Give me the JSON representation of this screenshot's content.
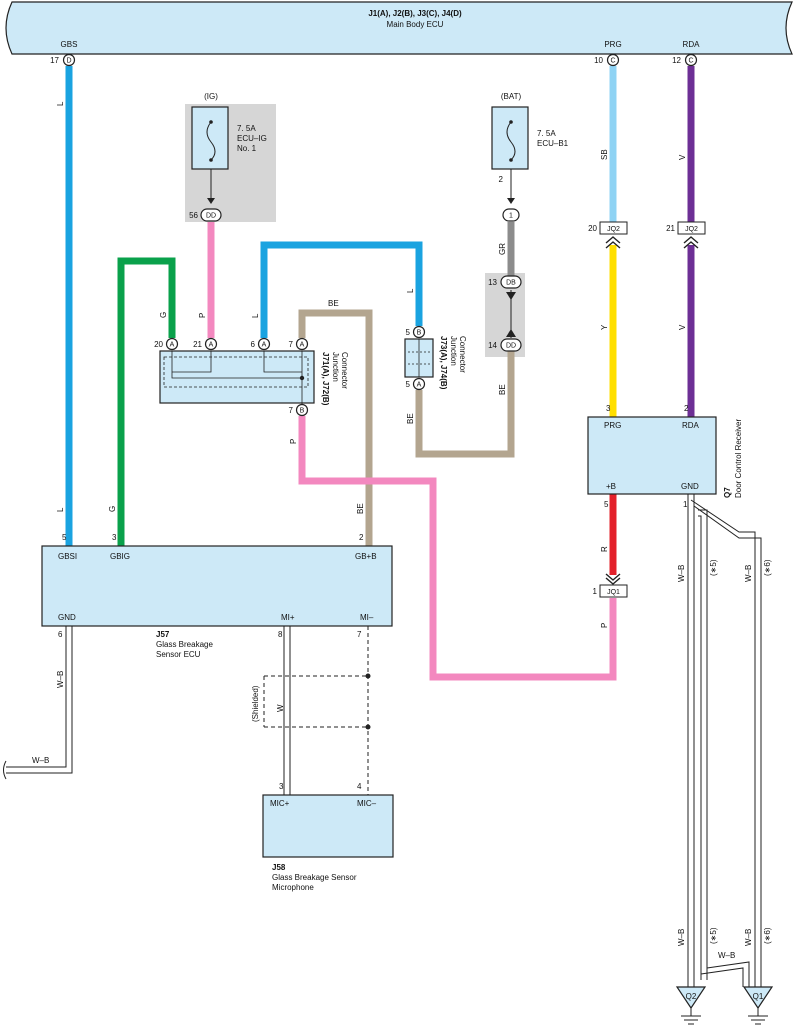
{
  "main_ecu": {
    "code": "J1(A), J2(B), J3(C), J4(D)",
    "name": "Main Body ECU"
  },
  "top_labels": {
    "gbs": "GBS",
    "prg": "PRG",
    "rda": "RDA"
  },
  "top_pins": {
    "gbs": {
      "num": "17",
      "conn": "D"
    },
    "prg": {
      "num": "10",
      "conn": "C"
    },
    "rda": {
      "num": "12",
      "conn": "C"
    }
  },
  "fuse_ig": {
    "supply": "(IG)",
    "rating": "7. 5A",
    "name": "ECU–IG",
    "name2": "No. 1",
    "pin_num": "56",
    "pin_conn": "DD"
  },
  "fuse_bat": {
    "supply": "(BAT)",
    "rating": "7. 5A",
    "name": "ECU–B1",
    "pin_num": "2",
    "conn1": "1"
  },
  "wire_colors": {
    "l": "L",
    "g": "G",
    "p": "P",
    "be": "BE",
    "gr": "GR",
    "sb": "SB",
    "v": "V",
    "y": "Y",
    "r": "R",
    "wb": "W–B",
    "w": "W",
    "shield_num": "(∗5)",
    "shield_num2": "(∗6)"
  },
  "junction1": {
    "code": "J71(A), J72(B)",
    "name": "Junction",
    "name2": "Connector",
    "pins": [
      {
        "num": "20",
        "conn": "A"
      },
      {
        "num": "21",
        "conn": "A"
      },
      {
        "num": "6",
        "conn": "A"
      },
      {
        "num": "7",
        "conn": "A"
      },
      {
        "num": "7",
        "conn": "B"
      }
    ]
  },
  "junction2": {
    "code": "J73(A), J74(B)",
    "name": "Junction",
    "name2": "Connector",
    "pins": [
      {
        "num": "5",
        "conn": "B"
      },
      {
        "num": "5",
        "conn": "A"
      }
    ]
  },
  "junction_db": {
    "n13": "13",
    "c13": "DB",
    "n14": "14",
    "c14": "DD"
  },
  "jq": {
    "jq2a_num": "20",
    "jq2a": "JQ2",
    "jq2b_num": "21",
    "jq2b": "JQ2",
    "jq1_num": "1",
    "jq1": "JQ1"
  },
  "door_receiver": {
    "code": "Q7",
    "name": "Door Control Receiver",
    "pins": {
      "prg": "PRG",
      "rda": "RDA",
      "b": "+B",
      "gnd": "GND"
    },
    "nums": {
      "prg": "3",
      "rda": "2",
      "b": "5",
      "gnd": "1"
    }
  },
  "glass_ecu": {
    "code": "J57",
    "name": "Glass Breakage",
    "name2": "Sensor ECU",
    "pins": {
      "gbsi": "GBSI",
      "gbig": "GBIG",
      "gbb": "GB+B",
      "gnd": "GND",
      "mip": "MI+",
      "mim": "MI–"
    },
    "nums": {
      "gbsi": "5",
      "gbig": "3",
      "gbb": "2",
      "gnd": "6",
      "mip": "8",
      "mim": "7"
    }
  },
  "microphone": {
    "code": "J58",
    "name": "Glass Breakage Sensor",
    "name2": "Microphone",
    "pins": {
      "mp": "MIC+",
      "mm": "MIC–"
    },
    "nums": {
      "mp": "3",
      "mm": "4"
    },
    "shielded": "(Shielded)"
  },
  "grounds": {
    "q2": "Q2",
    "q1": "Q1"
  },
  "colors": {
    "box": "#cde9f7",
    "blue": "#1aa3e0",
    "green": "#0aa14b",
    "pink": "#f388bf",
    "tan": "#b3a58f",
    "gray": "#8c8c8c",
    "skyblue": "#8fd3f4",
    "purple": "#6d2f95",
    "yellow": "#ffdf00",
    "red": "#e3202a",
    "shade": "#d6d6d6"
  }
}
